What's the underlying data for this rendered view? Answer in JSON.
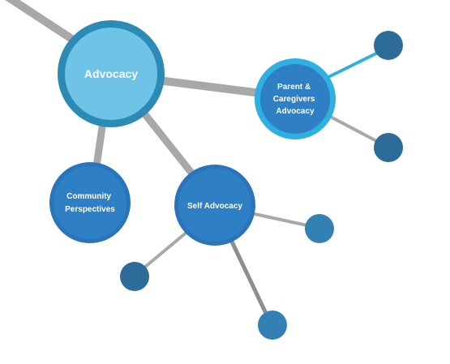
{
  "colors": {
    "connector": "#a8a8a8",
    "connector_dark": "#8e8e8e",
    "advocacy_outer": "#2b8bb6",
    "advocacy_inner": "#6ec3e6",
    "parent_outer": "#2fb0e0",
    "parent_inner": "#2f7fc4",
    "topic_outer": "#2a74b9",
    "topic_inner": "#2f7fc4",
    "leaf": "#2d6b98",
    "leaf_light": "#3380b5"
  },
  "nodes": {
    "advocacy": {
      "label": "Advocacy"
    },
    "parent": {
      "lines": [
        "Parent &",
        "Caregivers",
        "Advocacy"
      ]
    },
    "community": {
      "lines": [
        "Community",
        "Perspectives"
      ]
    },
    "self": {
      "label": "Self Advocacy"
    }
  }
}
